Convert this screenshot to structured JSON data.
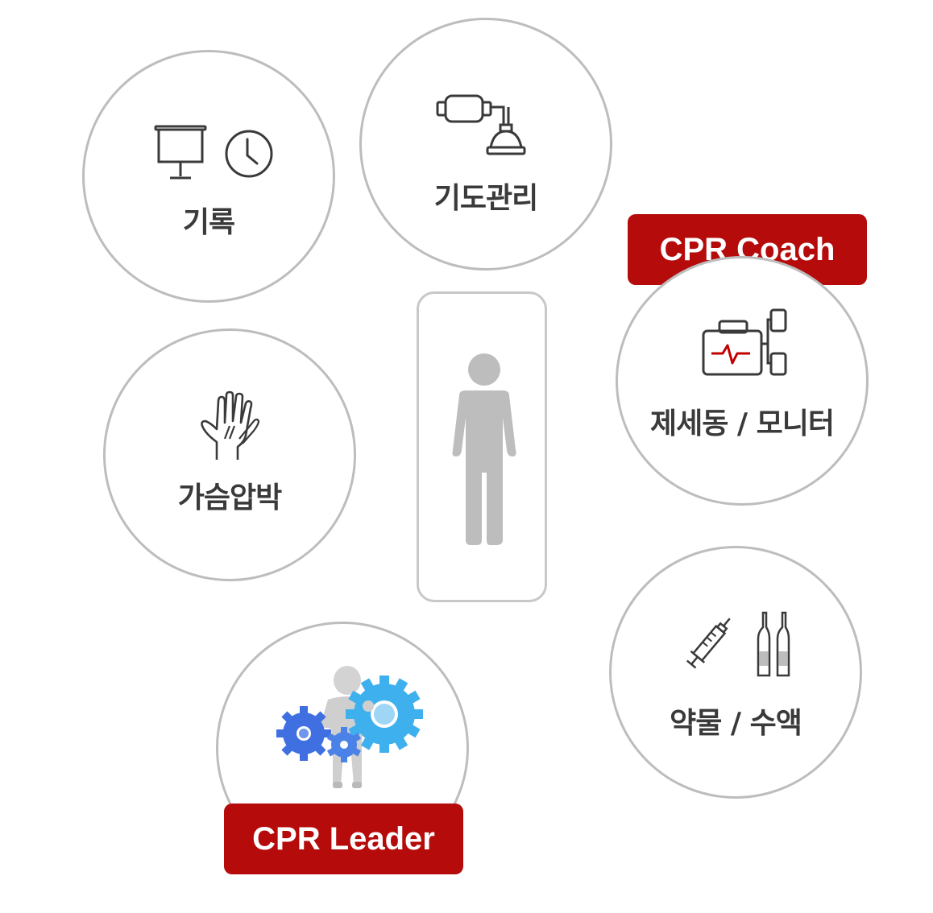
{
  "nodes": {
    "record": {
      "label": "기록",
      "icons": [
        "projector-screen-icon",
        "clock-icon"
      ]
    },
    "airway": {
      "label": "기도관리",
      "icons": [
        "bag-valve-mask-icon"
      ]
    },
    "chest": {
      "label": "가슴압박",
      "icons": [
        "hands-compression-icon"
      ]
    },
    "defib": {
      "label": "제세동 / 모니터",
      "icons": [
        "defibrillator-monitor-icon"
      ]
    },
    "drug": {
      "label": "약물 / 수액",
      "icons": [
        "syringe-icon",
        "ampoule-icon"
      ]
    },
    "leader": {
      "label": "",
      "icons": [
        "person-with-gears-icon"
      ]
    }
  },
  "badges": {
    "coach": "CPR Coach",
    "leader": "CPR Leader"
  },
  "center": {
    "icon": "patient-figure-icon"
  },
  "colors": {
    "badge": "#b50b0b",
    "circle_border": "#bdbdbd",
    "icon": "#3a3a3a",
    "accent_red": "#c00000",
    "gear_dark": "#3f6fe0",
    "gear_light": "#3fb0ee"
  }
}
